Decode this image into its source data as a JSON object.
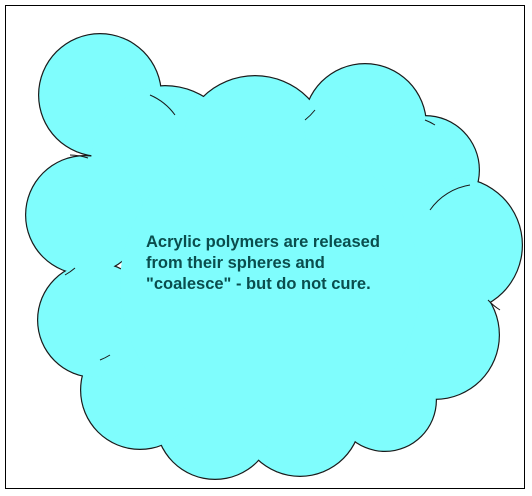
{
  "diagram": {
    "fill_color": "#7ffdfd",
    "outline_color": "#1a1a1a",
    "text_color": "#0a4d4d",
    "caption_lines": [
      "Acrylic polymers are released",
      "from their spheres and",
      "\"coalesce\" - but do not cure."
    ]
  }
}
